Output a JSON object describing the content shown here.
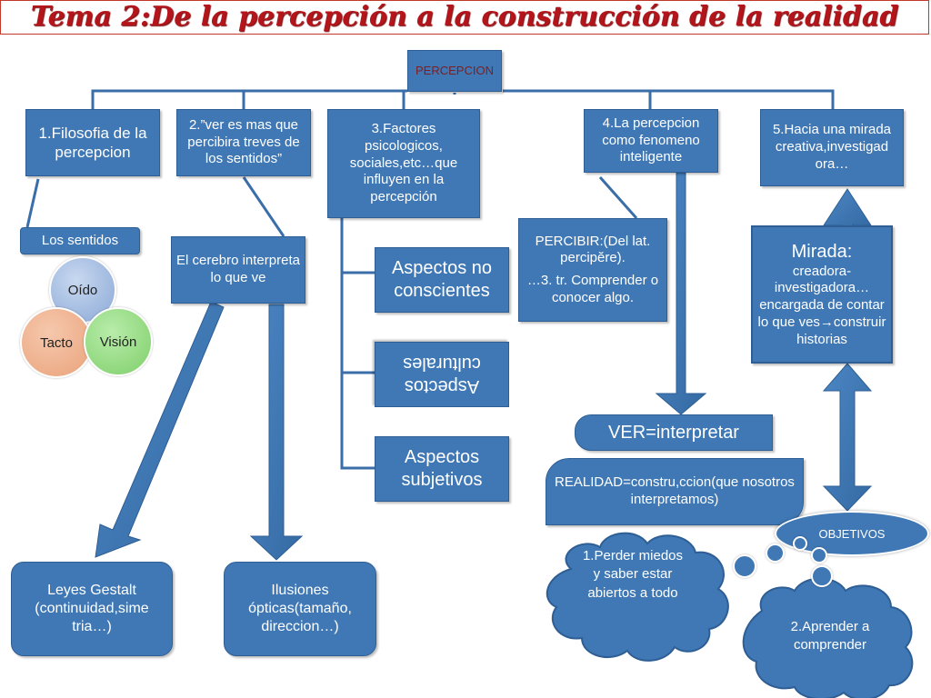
{
  "title": "Tema 2:De la percepción a la construcción de la realidad",
  "root": "PERCEPCION",
  "branches": [
    "1.Filosofia de la percepcion",
    "2.”ver es mas que percibira treves de los sentidos”",
    "3.Factores psicologicos, sociales,etc…que influyen en la percepción",
    "4.La percepcion como fenomeno inteligente",
    "5.Hacia una mirada creativa,investigad ora…"
  ],
  "branch1": {
    "sentidos_label": "Los sentidos",
    "circles": [
      "Oído",
      "Tacto",
      "Visión"
    ]
  },
  "branch2": {
    "cerebro": "El cerebro interpreta lo que ve",
    "gestalt": "Leyes Gestalt (continuidad,sime tria…)",
    "ilusiones": "Ilusiones ópticas(tamaño, direccion…)"
  },
  "branch3": {
    "items": [
      "Aspectos no conscientes",
      "Aspectos culturales",
      "Aspectos subjetivos"
    ]
  },
  "branch4": {
    "percibir_line1": "PERCIBIR:(Del lat. percipĕre).",
    "percibir_line2": "…3. tr. Comprender o conocer algo.",
    "ver": "VER=interpretar",
    "realidad": "REALIDAD=constru,ccion(que nosotros interpretamos)"
  },
  "branch5": {
    "mirada_title": "Mirada:",
    "mirada_body": "creadora-investigadora…encargada de contar lo que ves→construir historias",
    "objetivos": "OBJETIVOS",
    "objetivo1": "1.Perder miedos y saber estar abiertos a todo",
    "objetivo2": "2.Aprender a comprender"
  },
  "colors": {
    "box": "#3f78b5",
    "border": "#2e5e94",
    "title": "#b3151b",
    "oido": "#8aa8d6",
    "tacto": "#e9a27a",
    "vision": "#7fcf6a",
    "sentidos": "#3f78b5"
  }
}
